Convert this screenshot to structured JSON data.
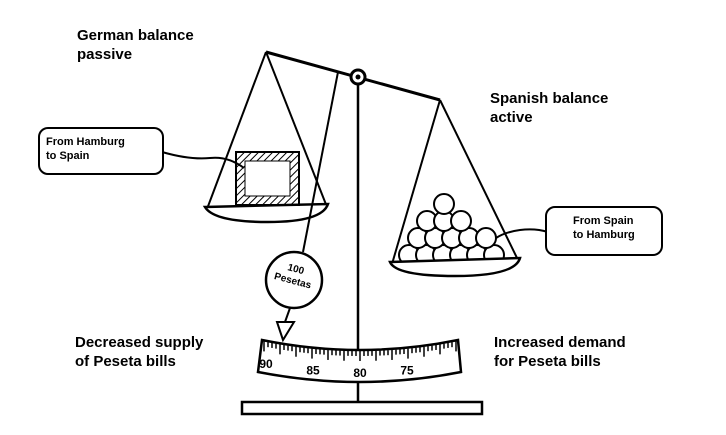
{
  "german_balance": {
    "line1": "German balance",
    "line2": "passive"
  },
  "spanish_balance": {
    "line1": "Spanish balance",
    "line2": "active"
  },
  "tag_left": {
    "line1": "From Hamburg",
    "line2": "to Spain"
  },
  "tag_right": {
    "line1": "From Spain",
    "line2": "to Hamburg"
  },
  "coin": {
    "line1": "100",
    "line2": "Pesetas"
  },
  "supply": {
    "line1": "Decreased supply",
    "line2": "of Peseta bills"
  },
  "demand": {
    "line1": "Increased demand",
    "line2": "for Peseta bills"
  },
  "scale_labels": [
    "90",
    "85",
    "80",
    "75"
  ]
}
